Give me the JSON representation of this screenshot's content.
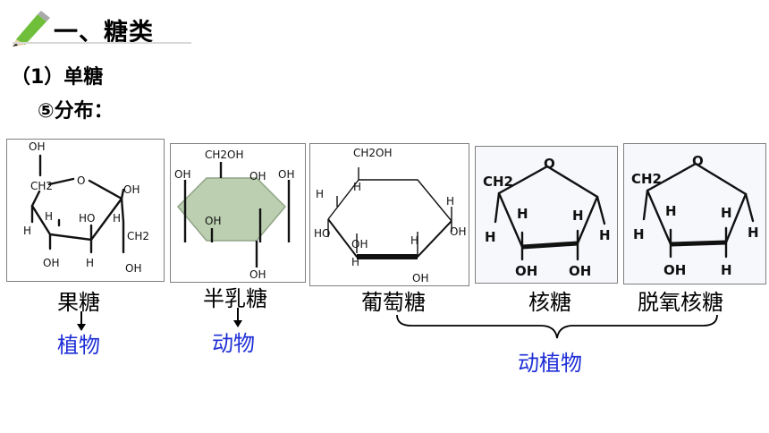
{
  "slide": {
    "title": "一、糖类",
    "subheading": "（1）单糖",
    "section": "⑤分布："
  },
  "sugars": [
    {
      "name": "果糖",
      "distribution": "植物"
    },
    {
      "name": "半乳糖",
      "distribution": "动物"
    },
    {
      "name": "葡萄糖"
    },
    {
      "name": "核糖"
    },
    {
      "name": "脱氧核糖"
    }
  ],
  "group_distribution": "动植物",
  "colors": {
    "distribution_text": "#1f2fd6",
    "pencil_icon": "#6fbf3a",
    "galactose_fill": "#bccfb0"
  },
  "structures": {
    "fructose": {
      "oh": "OH",
      "ch2": "CH2",
      "o": "O",
      "h": "H",
      "ho": "HO"
    },
    "galactose": {
      "ch2oh": "CH2OH",
      "oh": "OH"
    },
    "glucose": {
      "ch2oh": "CH2OH",
      "oh": "OH",
      "ho": "HO",
      "h": "H"
    },
    "ribose": {
      "ch2": "CH2",
      "o": "O",
      "h": "H",
      "oh": "OH"
    },
    "deoxyribose": {
      "ch2": "CH2",
      "o": "O",
      "h": "H",
      "oh": "OH"
    }
  }
}
